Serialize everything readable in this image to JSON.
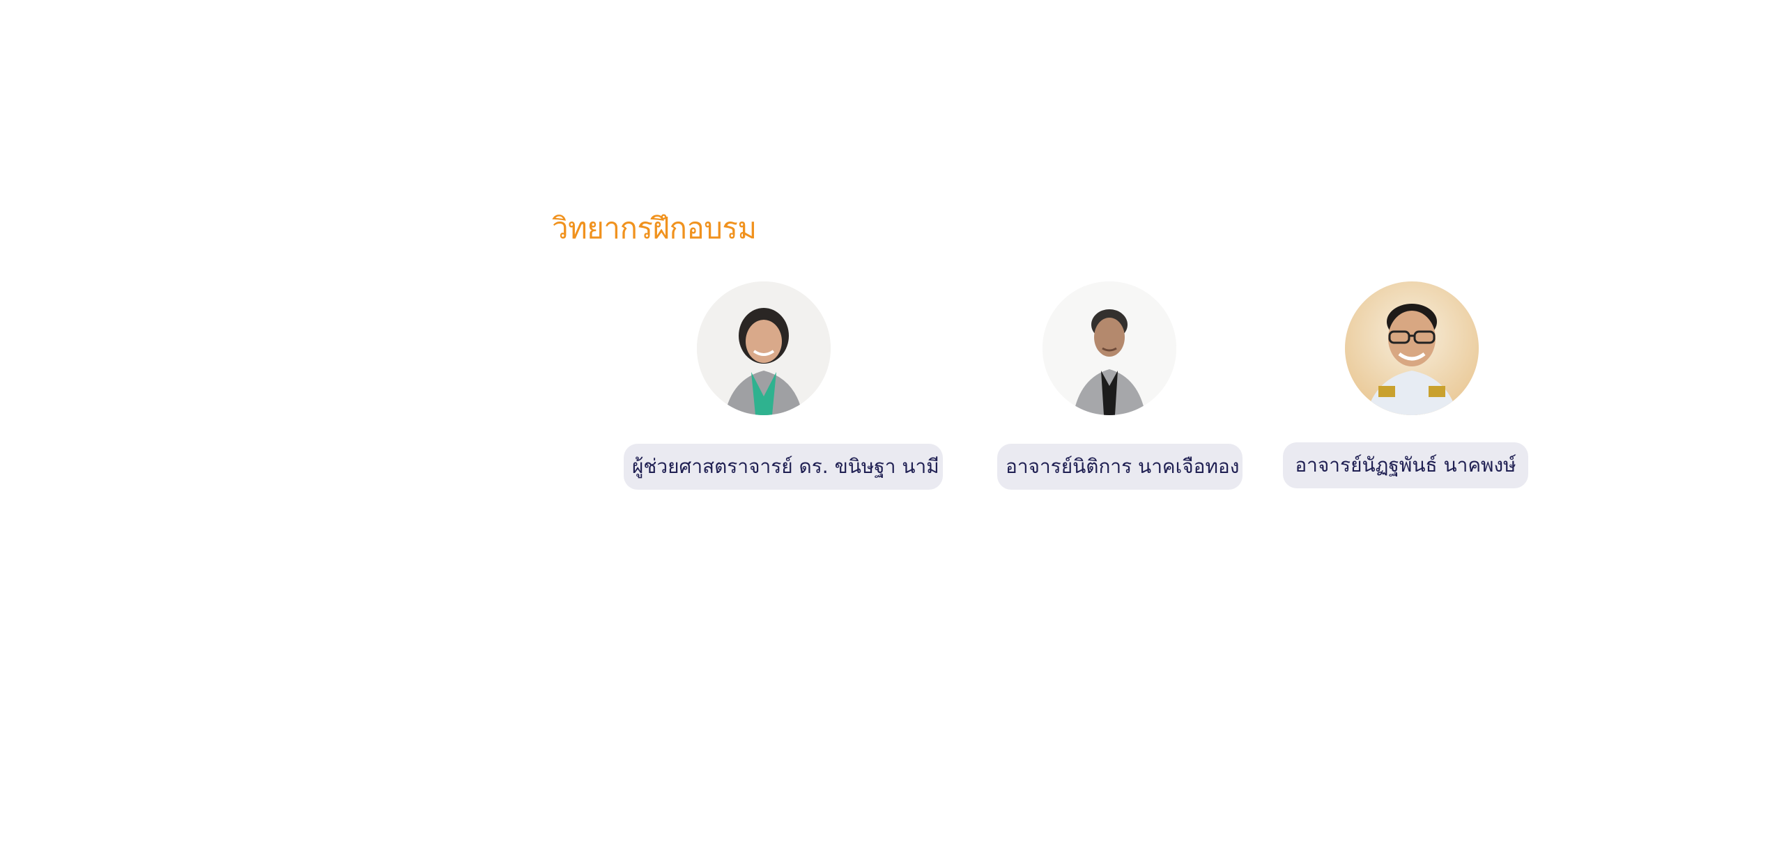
{
  "section": {
    "title": "วิทยากรฝึกอบรม"
  },
  "speakers": [
    {
      "name": "ผู้ช่วยศาสตราจารย์ ดร. ขนิษฐา  นามี",
      "avatar_icon": "speaker-photo-1"
    },
    {
      "name": "อาจารย์นิติการ นาคเจือทอง",
      "avatar_icon": "speaker-photo-2"
    },
    {
      "name": "อาจารย์นัฏฐพันธ์ นาคพงษ์",
      "avatar_icon": "speaker-photo-3"
    }
  ],
  "colors": {
    "title": "#f0921e",
    "pill_bg": "#eaeaf1",
    "pill_text": "#1f1f52"
  }
}
